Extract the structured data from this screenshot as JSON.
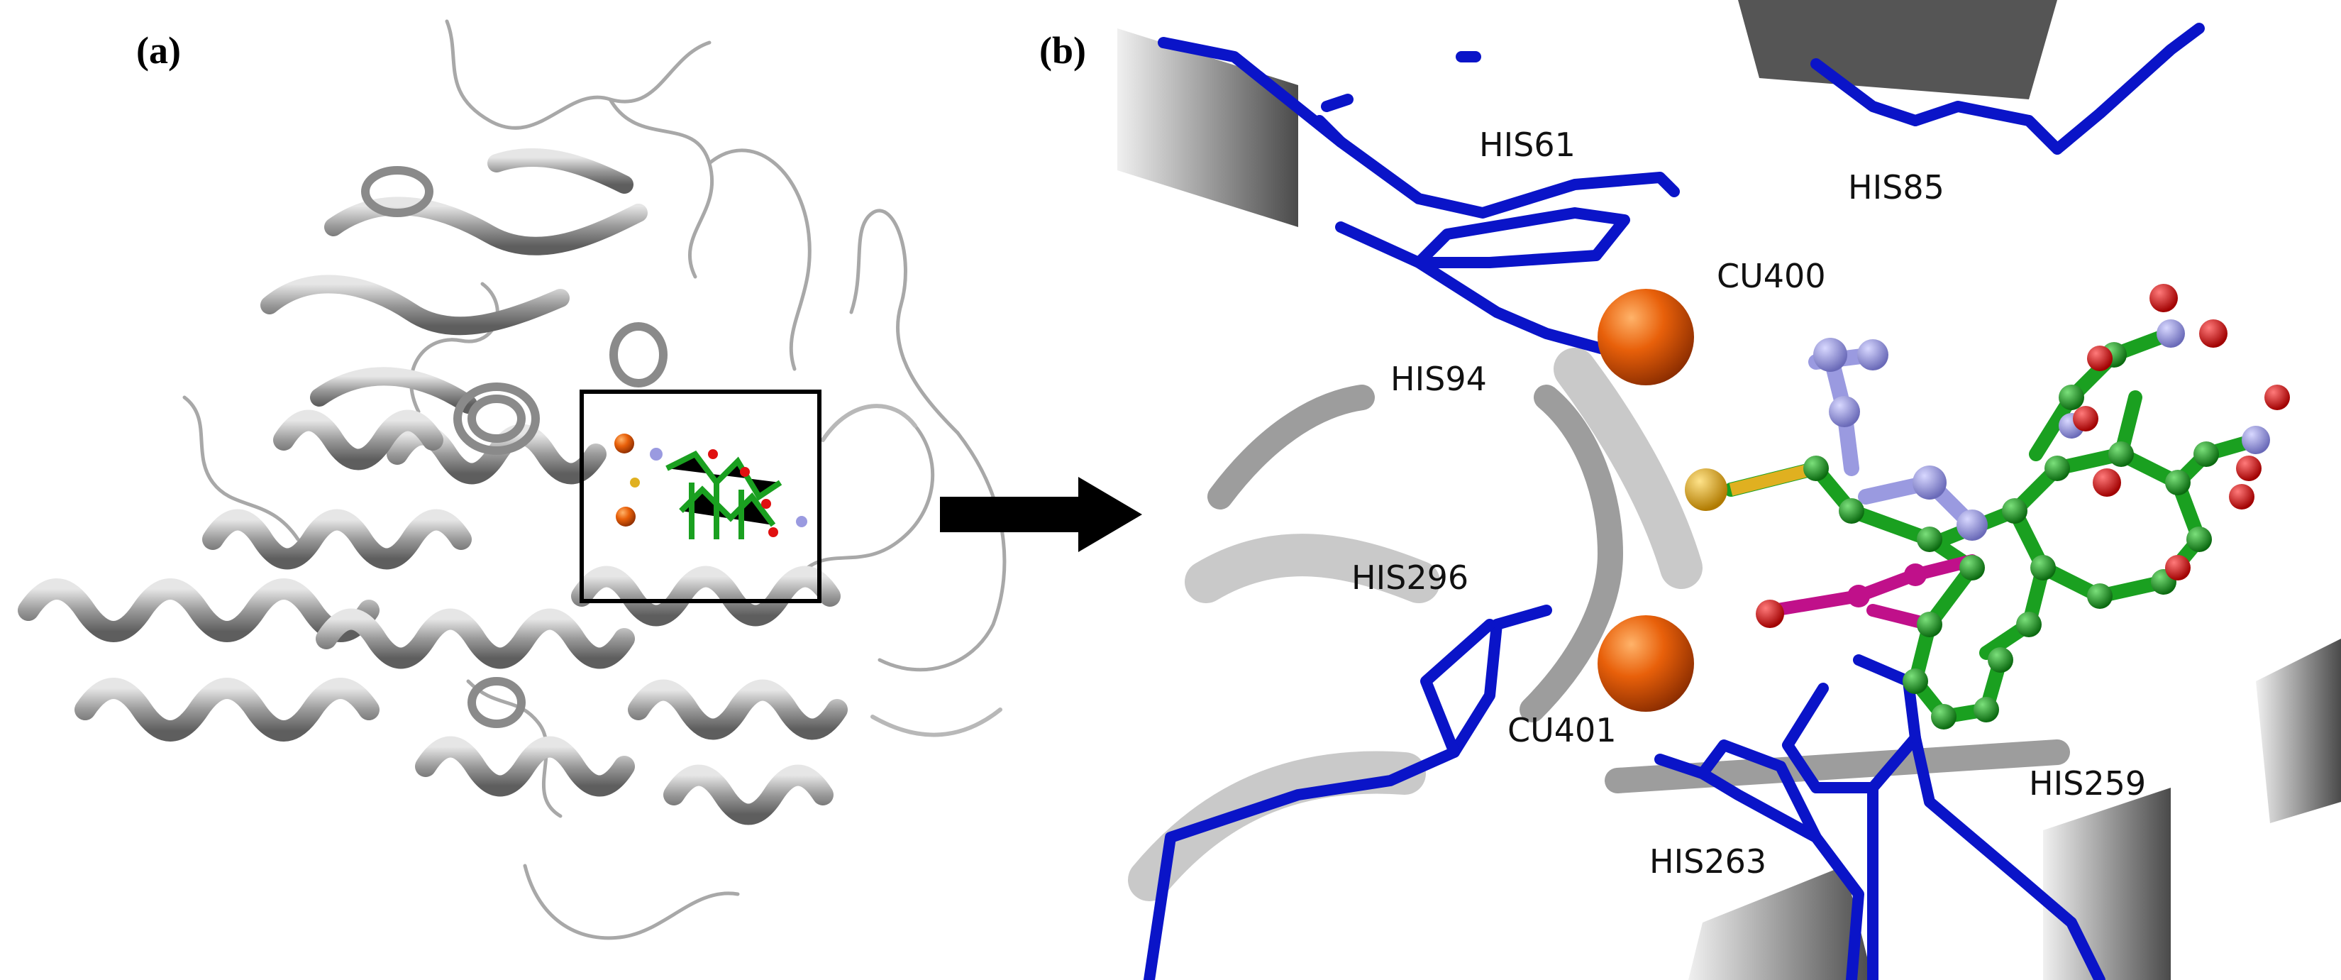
{
  "figure": {
    "panel_a": {
      "letter": "(a)"
    },
    "panel_b": {
      "letter": "(b)"
    },
    "labels": {
      "his61": "HIS61",
      "his85": "HIS85",
      "cu400": "CU400",
      "his94": "HIS94",
      "his296": "HIS296",
      "cu401": "CU401",
      "his259": "HIS259",
      "his263": "HIS263"
    },
    "colors": {
      "ribbon": "#8c8c8c",
      "ribbon_light": "#d4d4d4",
      "histidine": "#0a14c8",
      "copper": "#e8600a",
      "ligand_carbon": "#1aa020",
      "oxygen": "#e01010",
      "nitrogen": "#9a9ae0",
      "sulfur": "#e0b020",
      "magenta": "#c0108a"
    }
  }
}
